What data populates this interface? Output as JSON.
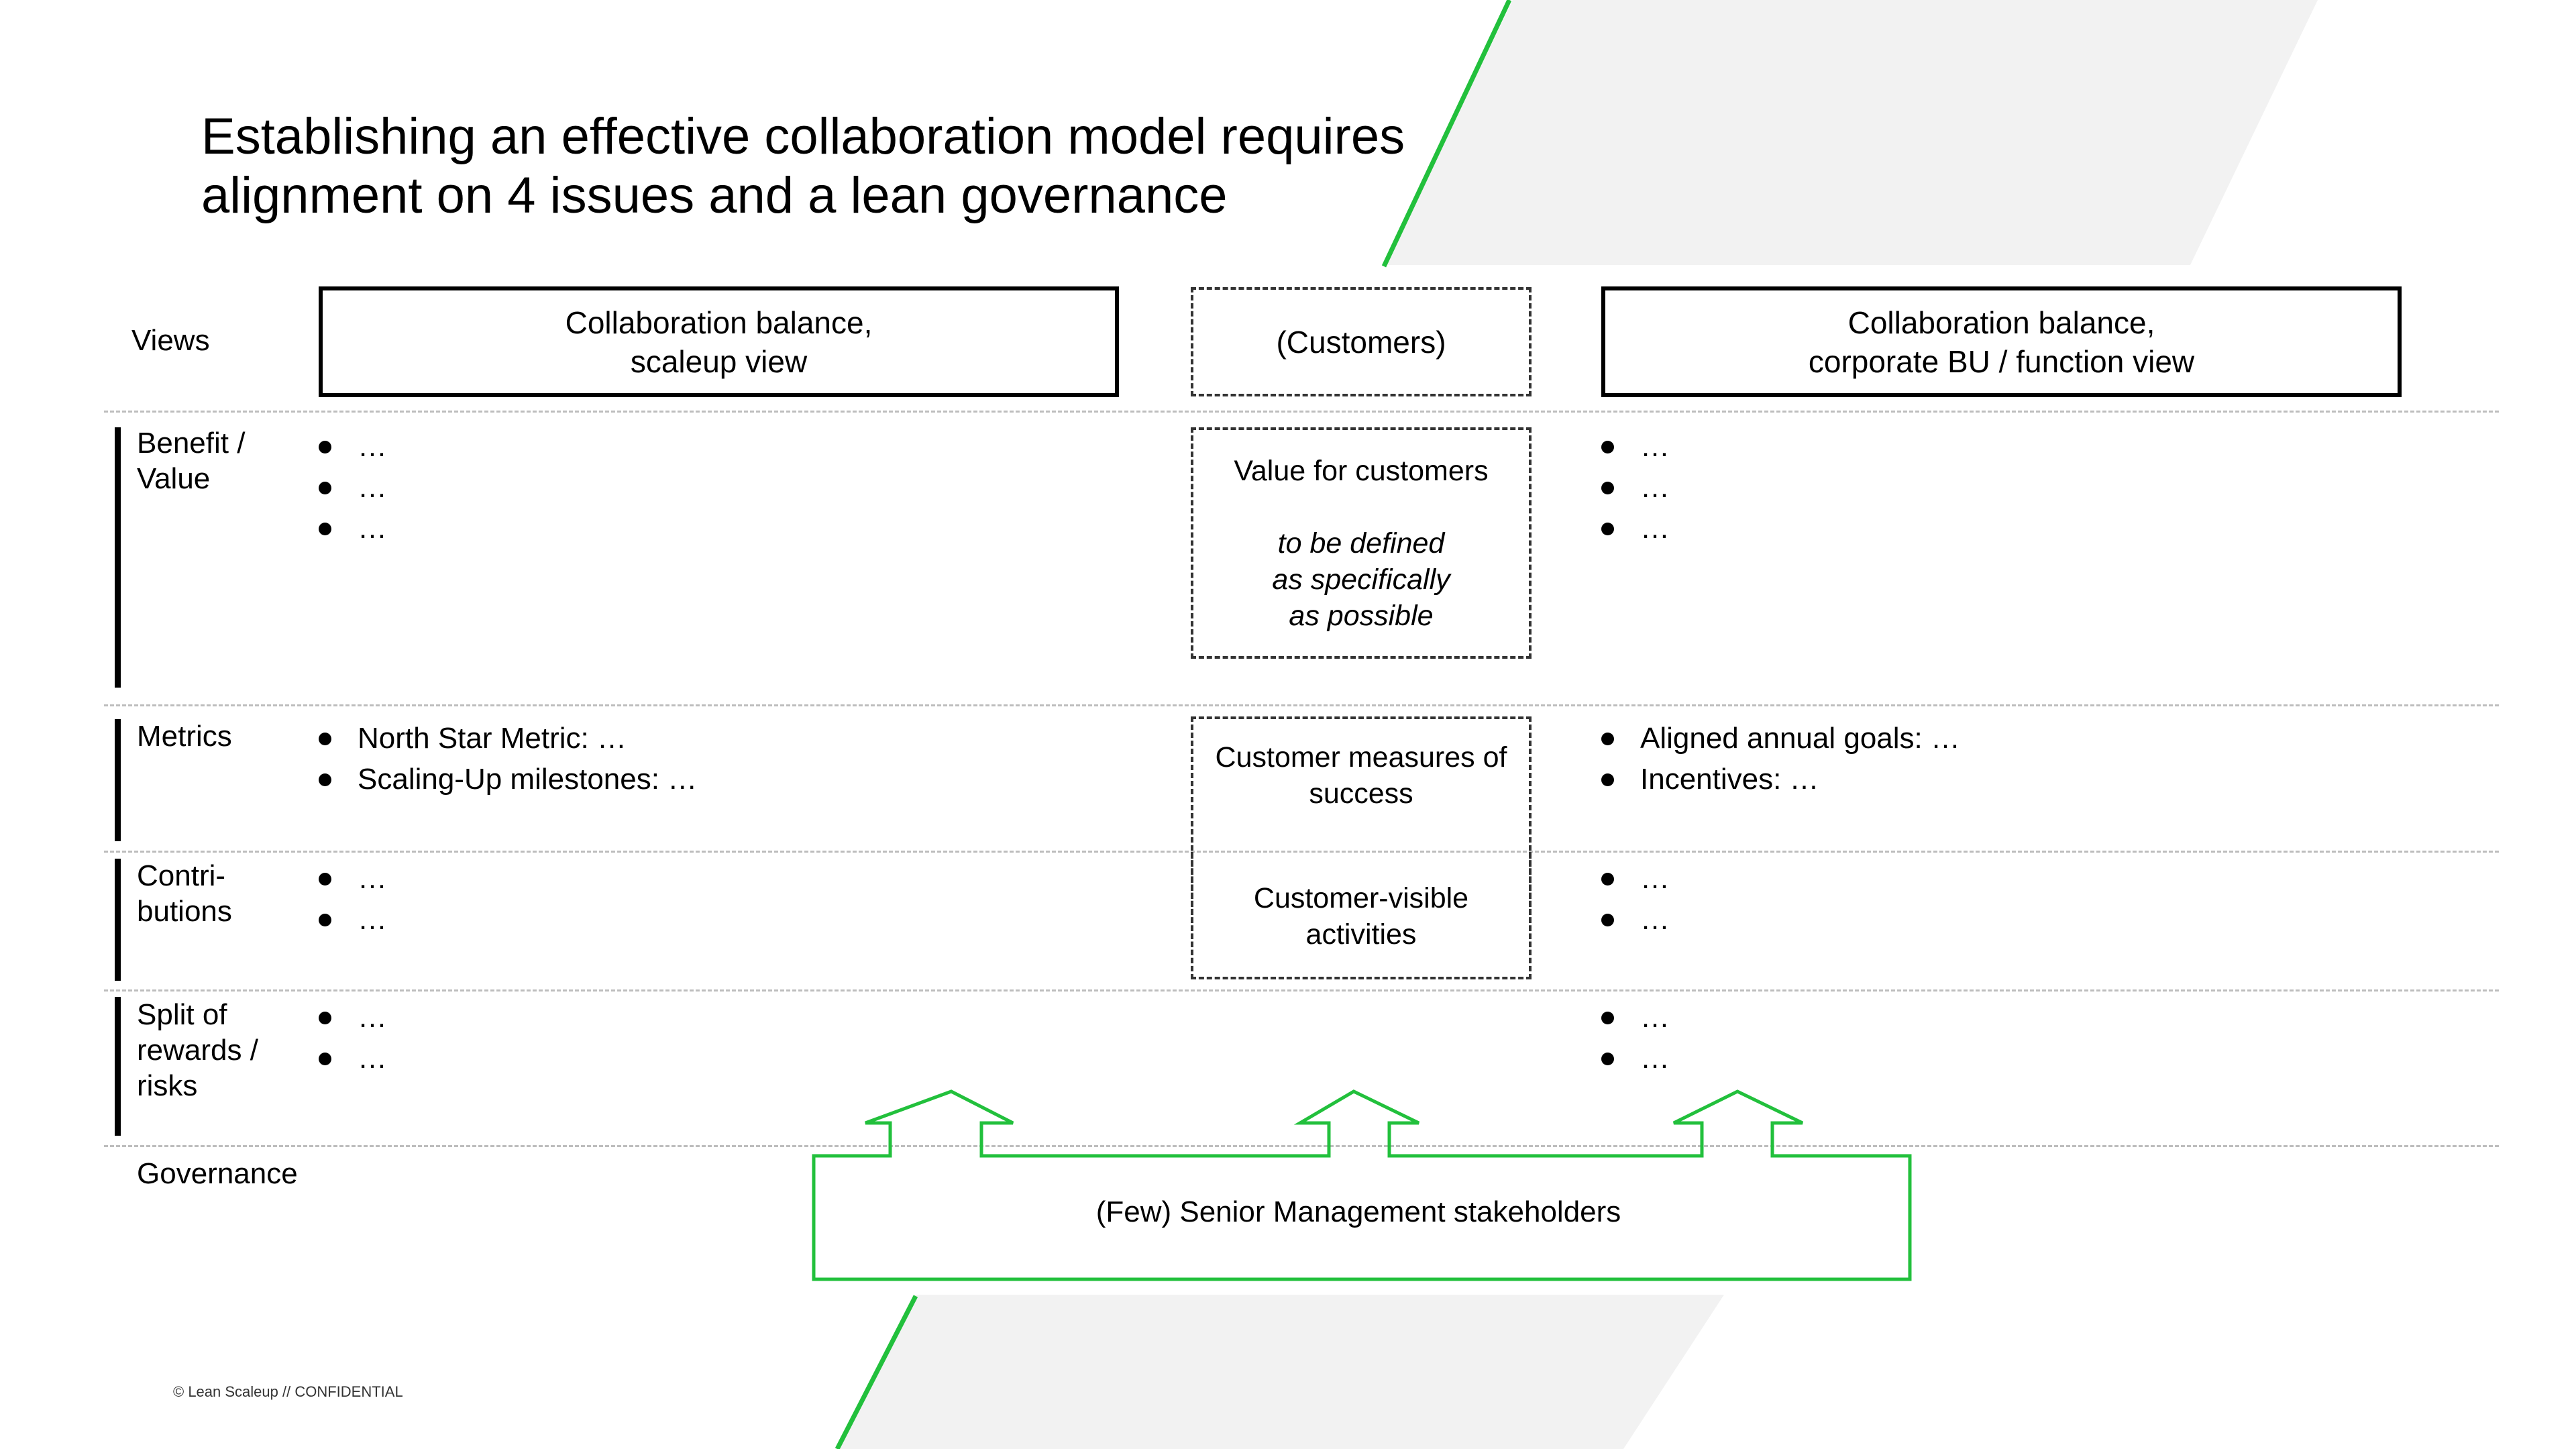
{
  "title": {
    "line1": "Establishing an effective collaboration model requires",
    "line2": "alignment on 4 issues and a lean governance"
  },
  "colors": {
    "accent_green": "#22c03c",
    "deco_grey": "#f2f2f2",
    "divider_grey": "#bdbdbd"
  },
  "rows": {
    "views": "Views",
    "benefit": {
      "line1": "Benefit /",
      "line2": "Value"
    },
    "metrics": "Metrics",
    "contributions": {
      "line1": "Contri-",
      "line2": "butions"
    },
    "split": {
      "line1": "Split of",
      "line2": "rewards /",
      "line3": "risks"
    },
    "governance": "Governance"
  },
  "header": {
    "scaleup": {
      "line1": "Collaboration balance,",
      "line2": "scaleup view"
    },
    "customers": "(Customers)",
    "corporate": {
      "line1": "Collaboration balance,",
      "line2": "corporate BU / function view"
    }
  },
  "scaleup": {
    "benefit": [
      "…",
      "…",
      "…"
    ],
    "metrics": [
      "North Star Metric: …",
      "Scaling-Up milestones: …"
    ],
    "contributions": [
      "…",
      "…"
    ],
    "split": [
      "…",
      "…"
    ]
  },
  "corporate": {
    "benefit": [
      "…",
      "…",
      "…"
    ],
    "metrics": [
      "Aligned annual goals: …",
      "Incentives: …"
    ],
    "contributions": [
      "…",
      "…"
    ],
    "split": [
      "…",
      "…"
    ]
  },
  "customers": {
    "value_title": "Value for customers",
    "value_note": {
      "line1": "to be defined",
      "line2": "as specifically",
      "line3": "as possible"
    },
    "measures": {
      "line1": "Customer measures of",
      "line2": "success"
    },
    "activities": {
      "line1": "Customer-visible",
      "line2": "activities"
    }
  },
  "governance_box": "(Few) Senior Management stakeholders",
  "footer": "© Lean Scaleup  // CONFIDENTIAL"
}
